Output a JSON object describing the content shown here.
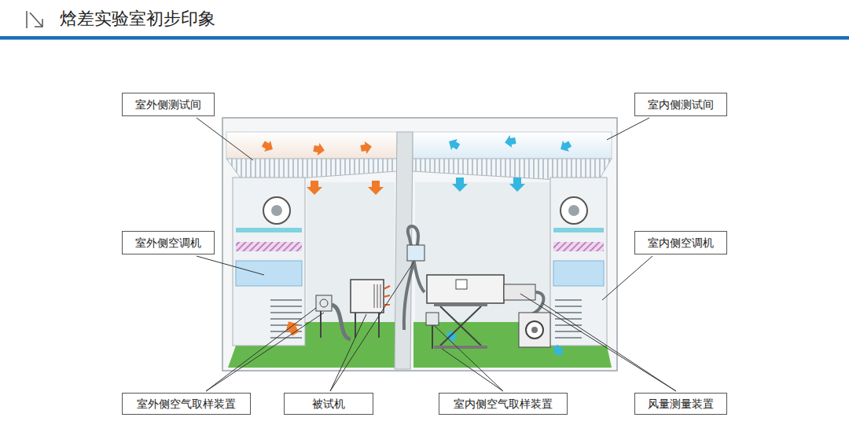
{
  "diagram": {
    "title": "焓差实验室初步印象",
    "nodes": [
      {
        "text": [
          "室外侧测试间"
        ]
      },
      {
        "text": [
          "室内侧测试间"
        ]
      },
      {
        "text": [
          "室外侧空调机"
        ]
      },
      {
        "text": [
          "室内侧空调机"
        ]
      },
      {
        "text": [
          "室外侧空气取样装置"
        ]
      },
      {
        "text": [
          "被试机"
        ]
      },
      {
        "text": [
          "室内侧空气取样装置"
        ]
      },
      {
        "text": [
          "风量测量装置"
        ]
      }
    ]
  }
}
